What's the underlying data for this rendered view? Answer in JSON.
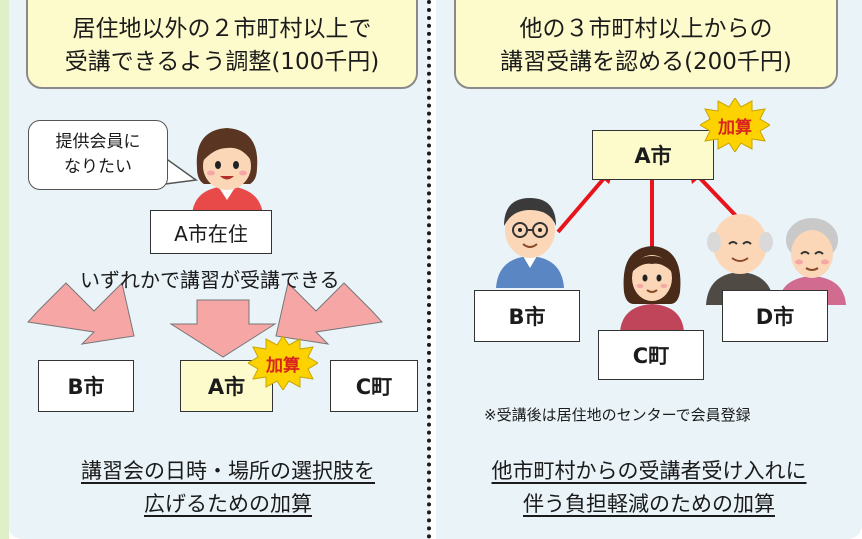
{
  "left_panel": {
    "title_lines": [
      "居住地以外の２市町村以上で",
      "受講できるよう調整(100千円)"
    ],
    "speech_bubble_lines": [
      "提供会員に",
      "なりたい"
    ],
    "resident_label": "A市在住",
    "caption": "いずれかで講習が受講できる",
    "cities": [
      "B市",
      "A市",
      "C町"
    ],
    "badge": "加算",
    "footer_lines": [
      "講習会の日時・場所の選択肢を",
      "広げるための加算"
    ]
  },
  "right_panel": {
    "title_lines": [
      "他の３市町村以上からの",
      "講習受講を認める(200千円)"
    ],
    "center_city": "A市",
    "badge": "加算",
    "cities": [
      "B市",
      "C町",
      "D市"
    ],
    "note": "※受講後は居住地のセンターで会員登録",
    "footer_lines": [
      "他市町村からの受講者受け入れに",
      "伴う負担軽減のための加算"
    ]
  },
  "colors": {
    "panel_bg": "#e9f3f8",
    "title_bg": "#fdfbcc",
    "highlight_bg": "#fdfbcc",
    "arrow_pink": "#f7a6a6",
    "arrow_red": "#e8141b",
    "badge_fill": "#fcd300",
    "badge_text": "#d9231d",
    "accent_strip": "#dff0c8"
  },
  "icons": [
    "speech-bubble",
    "woman-illustration",
    "man-illustration",
    "young-woman-illustration",
    "elderly-couple-illustration",
    "starburst-badge",
    "down-arrow"
  ]
}
